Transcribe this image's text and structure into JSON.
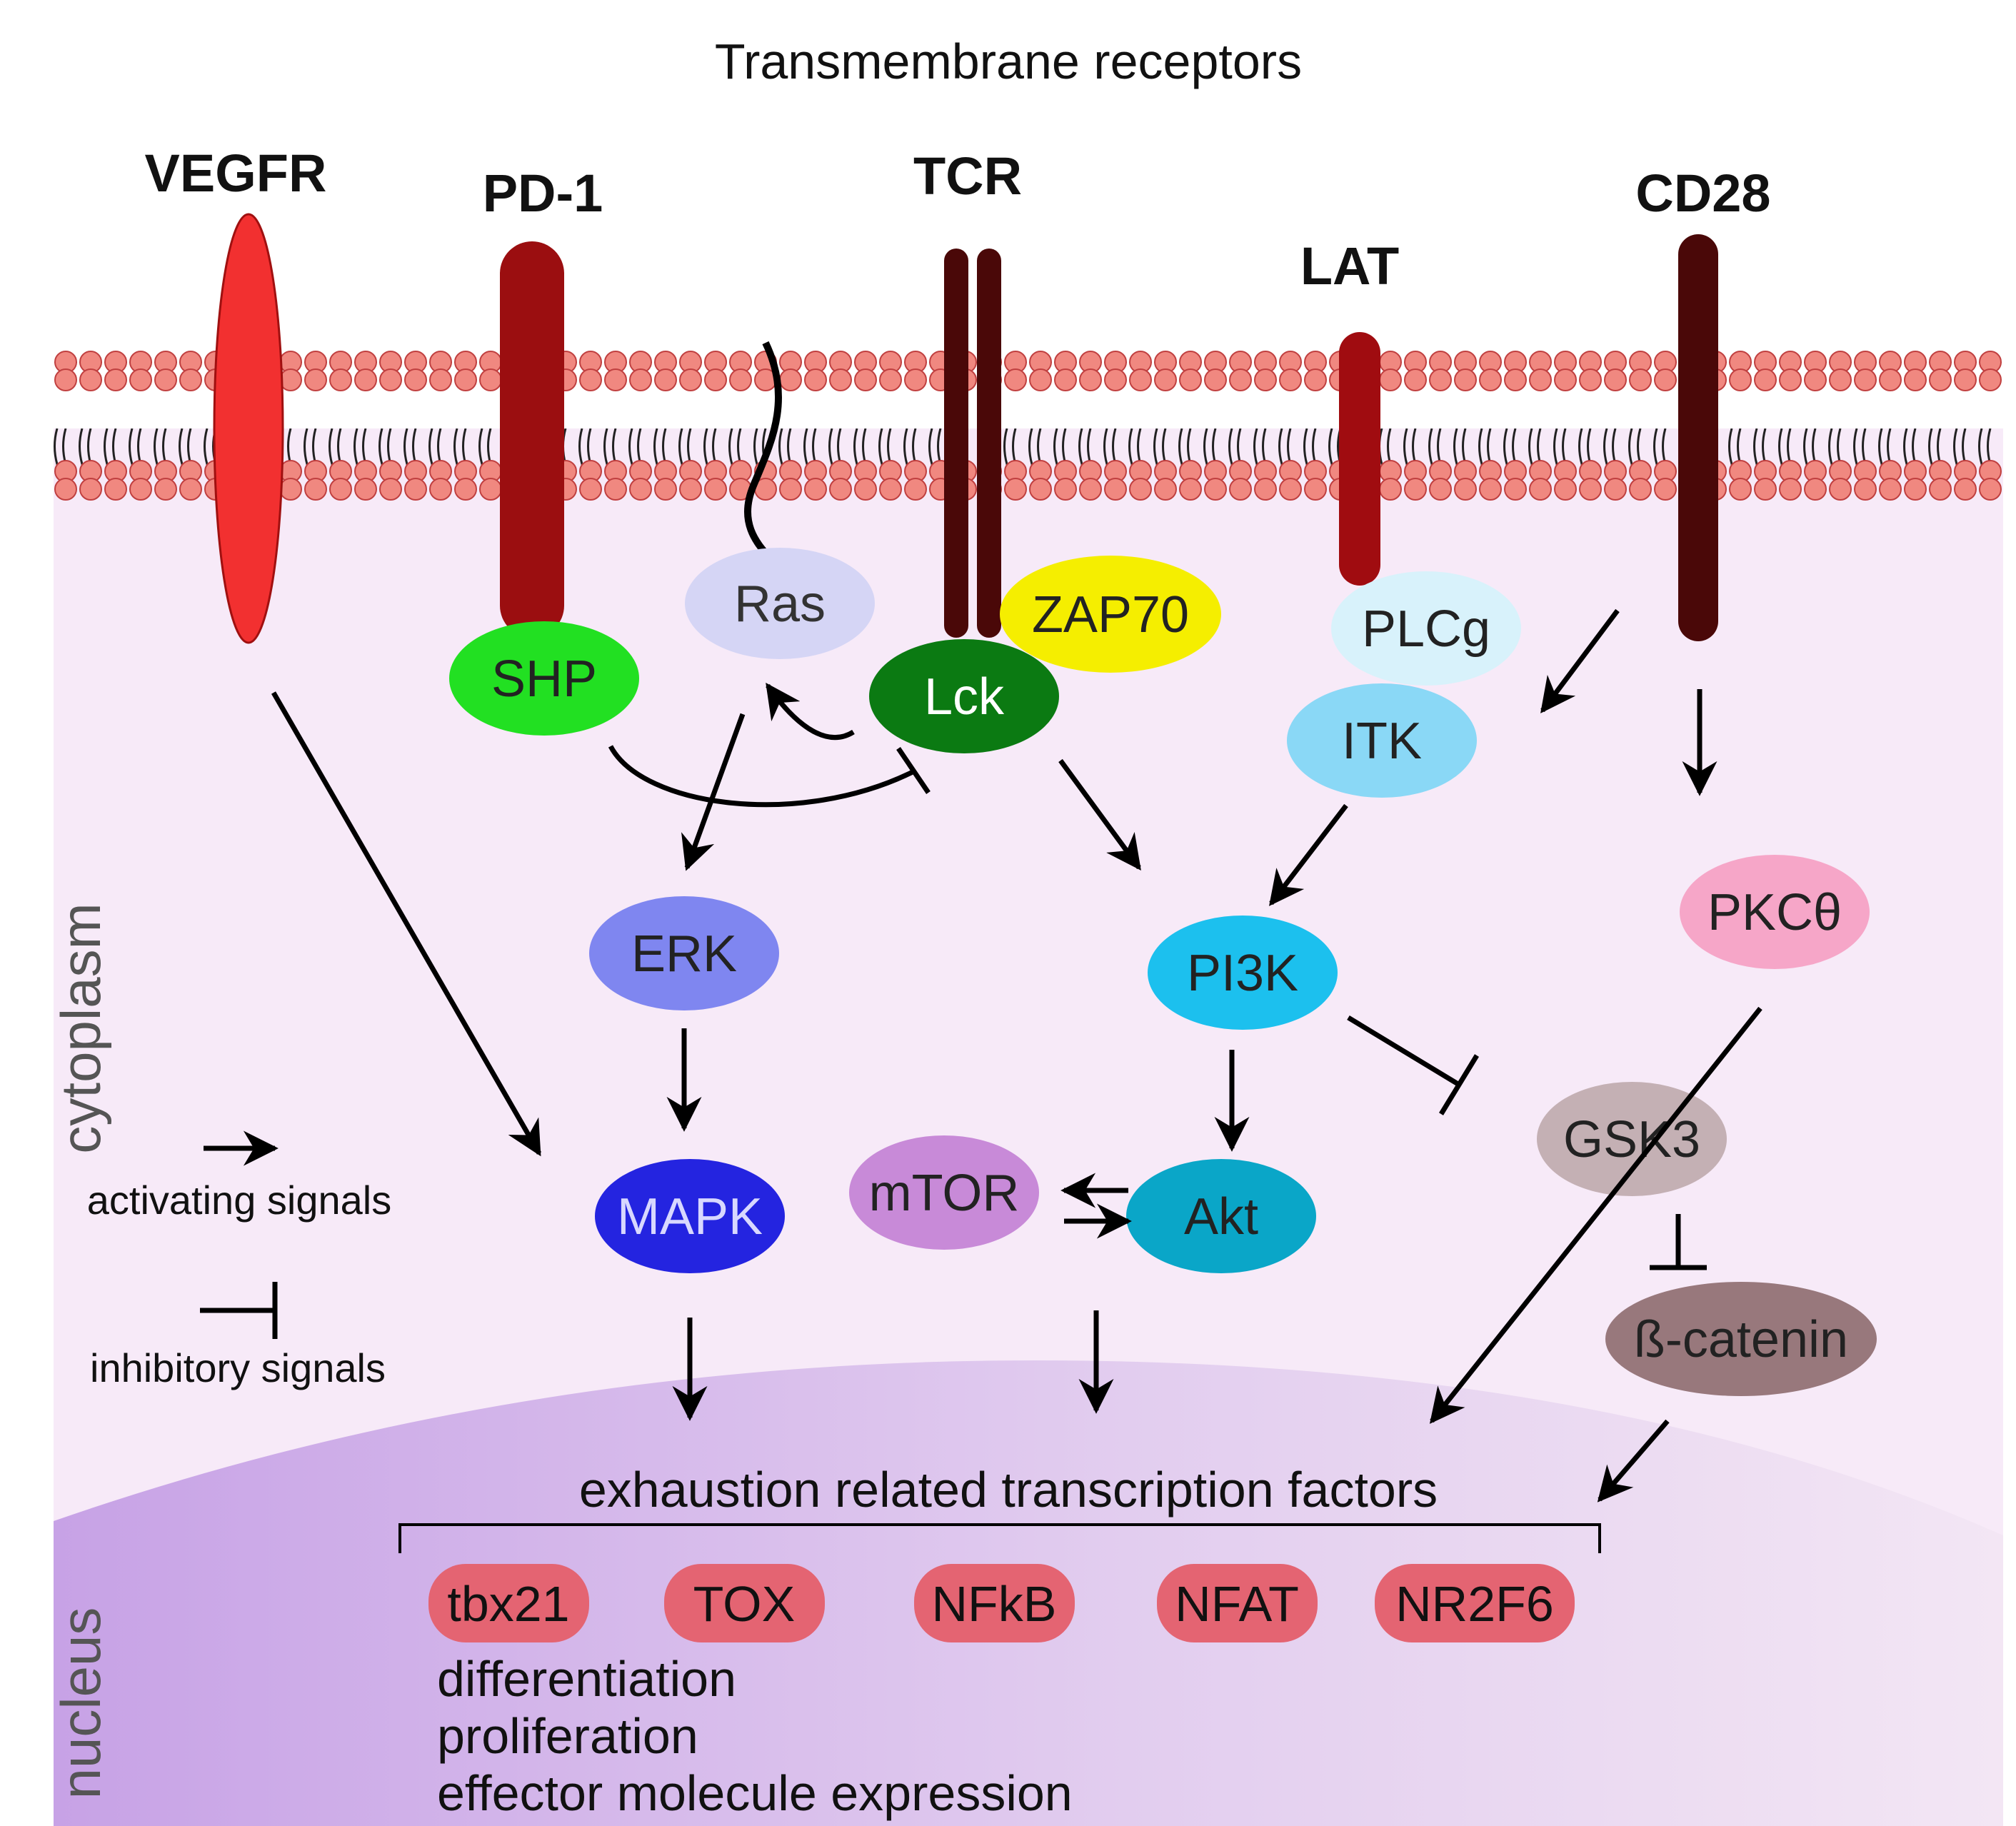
{
  "title": "Transmembrane receptors",
  "receptors": {
    "vegfr": "VEGFR",
    "pd1": "PD-1",
    "tcr": "TCR",
    "lat": "LAT",
    "cd28": "CD28"
  },
  "nodes": {
    "ras": "Ras",
    "zap70": "ZAP70",
    "shp": "SHP",
    "lck": "Lck",
    "plcg": "PLCg",
    "itk": "ITK",
    "erk": "ERK",
    "pi3k": "PI3K",
    "pkc": "PKCθ",
    "mapk": "MAPK",
    "mtor": "mTOR",
    "akt": "Akt",
    "gsk3": "GSK3",
    "bcatenin": "ß-catenin"
  },
  "compartments": {
    "cytoplasm": "cytoplasm",
    "nucleus": "nucleus"
  },
  "legend": {
    "activating": "activating signals",
    "inhibitory": "inhibitory signals"
  },
  "exhaustion_label": "exhaustion related transcription factors",
  "transcription_factors": [
    "tbx21",
    "TOX",
    "NFkB",
    "NFAT",
    "NR2F6"
  ],
  "effects": [
    "differentiation",
    "proliferation",
    "effector molecule expression"
  ],
  "colors": {
    "vegfr": "#f23030",
    "pd1": "#9b0e10",
    "tcr": "#4a0808",
    "lat": "#a00c10",
    "cd28": "#4a0808",
    "ras": "#d5d5f5",
    "zap70": "#f5ee00",
    "shp": "#22e022",
    "lck": "#0b7a12",
    "plcg": "#d8f2fb",
    "itk": "#8ad8f6",
    "erk": "#7f86f0",
    "pi3k": "#1cc0ee",
    "pkc": "#f6a6c8",
    "mapk": "#2424e0",
    "mtor": "#c88ad8",
    "akt": "#0aa6c8",
    "gsk3": "#c4b0b4",
    "bcatenin": "#98787c",
    "tf": "#e46472",
    "lipid_head": "#f08880",
    "cytoplasm": "#f7eaf8",
    "nucleus": "#c8a0e0"
  }
}
